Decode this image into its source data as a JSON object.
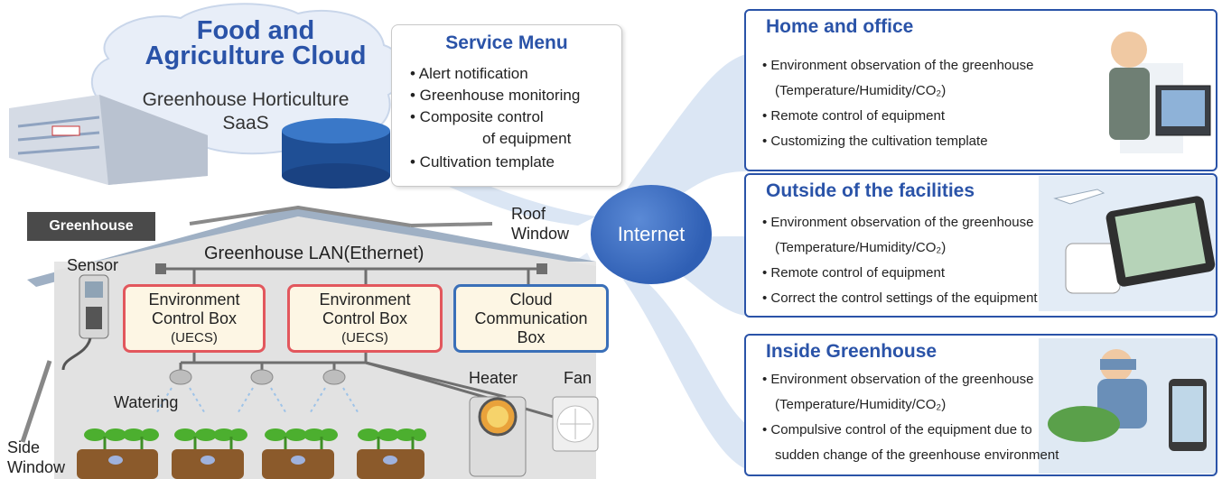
{
  "cloud": {
    "title_line1": "Food and",
    "title_line2": "Agriculture Cloud",
    "saas_line1": "Greenhouse Horticulture",
    "saas_line2": "SaaS"
  },
  "service_menu": {
    "title": "Service Menu",
    "items": [
      "• Alert notification",
      "• Greenhouse monitoring",
      "• Composite control",
      "of equipment",
      "• Cultivation template"
    ]
  },
  "internet_label": "Internet",
  "greenhouse": {
    "label": "Greenhouse",
    "lan_label": "Greenhouse LAN(Ethernet)",
    "roof_window": [
      "Roof",
      "Window"
    ],
    "sensor": "Sensor",
    "watering": "Watering",
    "heater": "Heater",
    "fan": "Fan",
    "side_window": [
      "Side",
      "Window"
    ],
    "boxes": [
      {
        "lines": [
          "Environment",
          "Control Box",
          "(UECS)"
        ]
      },
      {
        "lines": [
          "Environment",
          "Control Box",
          "(UECS)"
        ]
      },
      {
        "lines": [
          "Cloud",
          "Communication",
          "Box"
        ]
      }
    ]
  },
  "panels": [
    {
      "title": "Home and office",
      "lines": [
        "• Environment observation of the greenhouse",
        "(Temperature/Humidity/CO₂)",
        "• Remote control of equipment",
        "• Customizing the cultivation template"
      ]
    },
    {
      "title": "Outside of the facilities",
      "lines": [
        "• Environment observation of the greenhouse",
        "(Temperature/Humidity/CO₂)",
        "• Remote control of equipment",
        "• Correct the control settings of the equipment"
      ]
    },
    {
      "title": "Inside Greenhouse",
      "lines": [
        "• Environment observation of the greenhouse",
        "(Temperature/Humidity/CO₂)",
        "• Compulsive control of the equipment due to",
        "sudden change of the greenhouse environment"
      ]
    }
  ],
  "colors": {
    "brand_blue": "#2a53a8",
    "box_red": "#e2575d",
    "box_blue": "#3a6fb8",
    "box_fill": "#fdf6e4"
  }
}
